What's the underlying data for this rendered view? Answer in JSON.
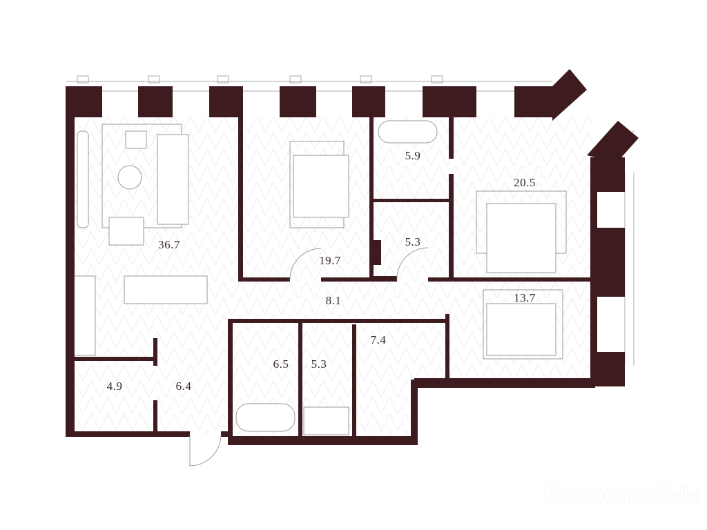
{
  "colors": {
    "wall": "#3e1b1f",
    "line": "#b8b8b8",
    "floor": "#f4f4f4"
  },
  "rooms": [
    {
      "id": "living",
      "area": "36.7"
    },
    {
      "id": "bedroom-1",
      "area": "19.7"
    },
    {
      "id": "bath-1",
      "area": "5.9"
    },
    {
      "id": "bedroom-master",
      "area": "20.5"
    },
    {
      "id": "wardrobe-1",
      "area": "5.3"
    },
    {
      "id": "hall",
      "area": "8.1"
    },
    {
      "id": "bedroom-2",
      "area": "13.7"
    },
    {
      "id": "wardrobe-2",
      "area": "7.4"
    },
    {
      "id": "bath-2",
      "area": "6.5"
    },
    {
      "id": "wc",
      "area": "5.3"
    },
    {
      "id": "pantry",
      "area": "4.9"
    },
    {
      "id": "entrance",
      "area": "6.4"
    }
  ],
  "watermark": "Новострой-М"
}
